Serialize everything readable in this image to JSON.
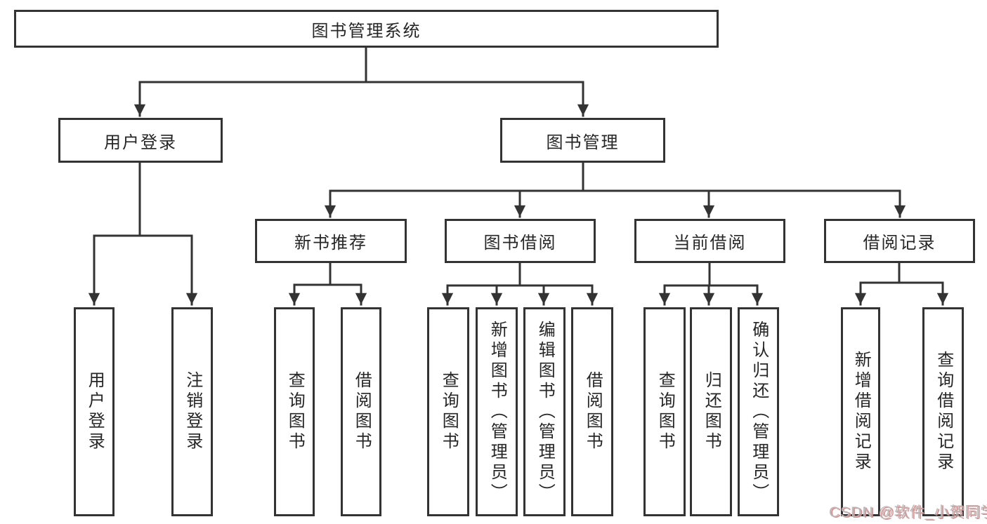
{
  "tree": {
    "root": "图书管理系统",
    "level2": [
      "用户登录",
      "图书管理"
    ],
    "level3": [
      "新书推荐",
      "图书借阅",
      "当前借阅",
      "借阅记录"
    ],
    "subtrees": [
      {
        "parent": "用户登录",
        "children": [
          "用户登录",
          "注销登录"
        ]
      },
      {
        "parent": "新书推荐",
        "children": [
          "查询图书",
          "借阅图书"
        ]
      },
      {
        "parent": "图书借阅",
        "children": [
          "查询图书",
          "新增图书（管理员）",
          "编辑图书（管理员）",
          "借阅图书"
        ]
      },
      {
        "parent": "当前借阅",
        "children": [
          "查询图书",
          "归还图书",
          "确认归还（管理员）"
        ]
      },
      {
        "parent": "借阅记录",
        "children": [
          "新增借阅记录",
          "查询借阅记录"
        ]
      }
    ]
  },
  "watermark": "CSDN @软件_小贺同学",
  "colors": {
    "line": "#333333",
    "text": "#262626",
    "background": "#ffffff",
    "watermark_gray": "#b9b9b9",
    "watermark_red": "#e08a8a"
  }
}
